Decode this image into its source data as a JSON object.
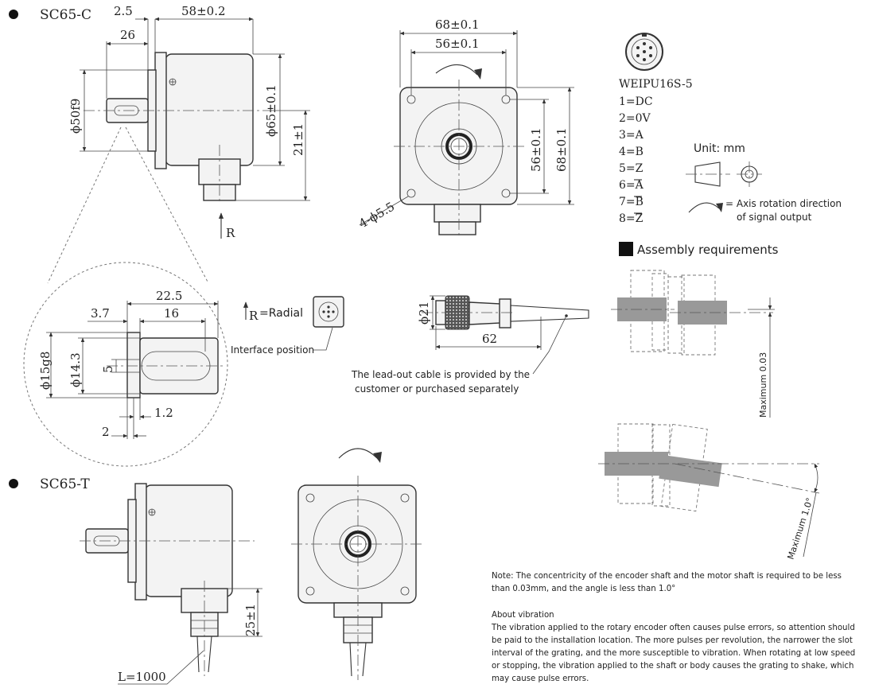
{
  "models": {
    "c": "SC65-C",
    "t": "SC65-T"
  },
  "dimensions": {
    "d2_5": "2.5",
    "d58": "58±0.2",
    "d26": "26",
    "phi50": "ϕ50f9",
    "phi65": "ϕ65±0.1",
    "d21": "21±1",
    "d68w": "68±0.1",
    "d56w": "56±0.1",
    "d56h": "56±0.1",
    "d68h": "68±0.1",
    "holes": "4-ϕ5.5",
    "d22_5": "22.5",
    "d3_7": "3.7",
    "d16": "16",
    "phi15": "ϕ15g8",
    "phi14_3": "ϕ14.3",
    "d5": "5",
    "d1_2": "1.2",
    "d2": "2",
    "phi21": "ϕ21",
    "d62": "62",
    "d25": "25±1",
    "cable_len": "L=1000"
  },
  "radial": {
    "arrow_letter": "R",
    "legend_letter": "R",
    "legend_text": "=Radial",
    "interface": "Interface position"
  },
  "connector": {
    "name": "WEIPU16S-5",
    "pins": [
      "1=DC",
      "2=0V",
      "3=A",
      "4=B",
      "5=Z",
      "6=A",
      "7=B",
      "8=Z"
    ]
  },
  "legend": {
    "unit": "Unit: mm",
    "rotation_line1": "= Axis rotation direction",
    "rotation_line2": "of signal output"
  },
  "assembly": {
    "title": "Assembly requirements",
    "max_offset": "Maximum 0.03",
    "max_angle": "Maximum 1.0°"
  },
  "cable_note": {
    "line1": "The lead-out cable is provided by the",
    "line2": "customer or purchased separately"
  },
  "notes": {
    "concentricity": "Note: The concentricity of the encoder shaft and the motor shaft is required to be less than 0.03mm, and the angle is less than 1.0°",
    "vibration_title": "About vibration",
    "vibration_body": "The vibration applied to the rotary encoder often causes pulse errors, so attention should be paid to the installation location. The more pulses per revolution, the narrower the slot interval of the grating, and the more susceptible to vibration. When rotating at low speed or stopping, the vibration applied to the shaft or body causes the grating to shake, which may cause pulse errors."
  }
}
